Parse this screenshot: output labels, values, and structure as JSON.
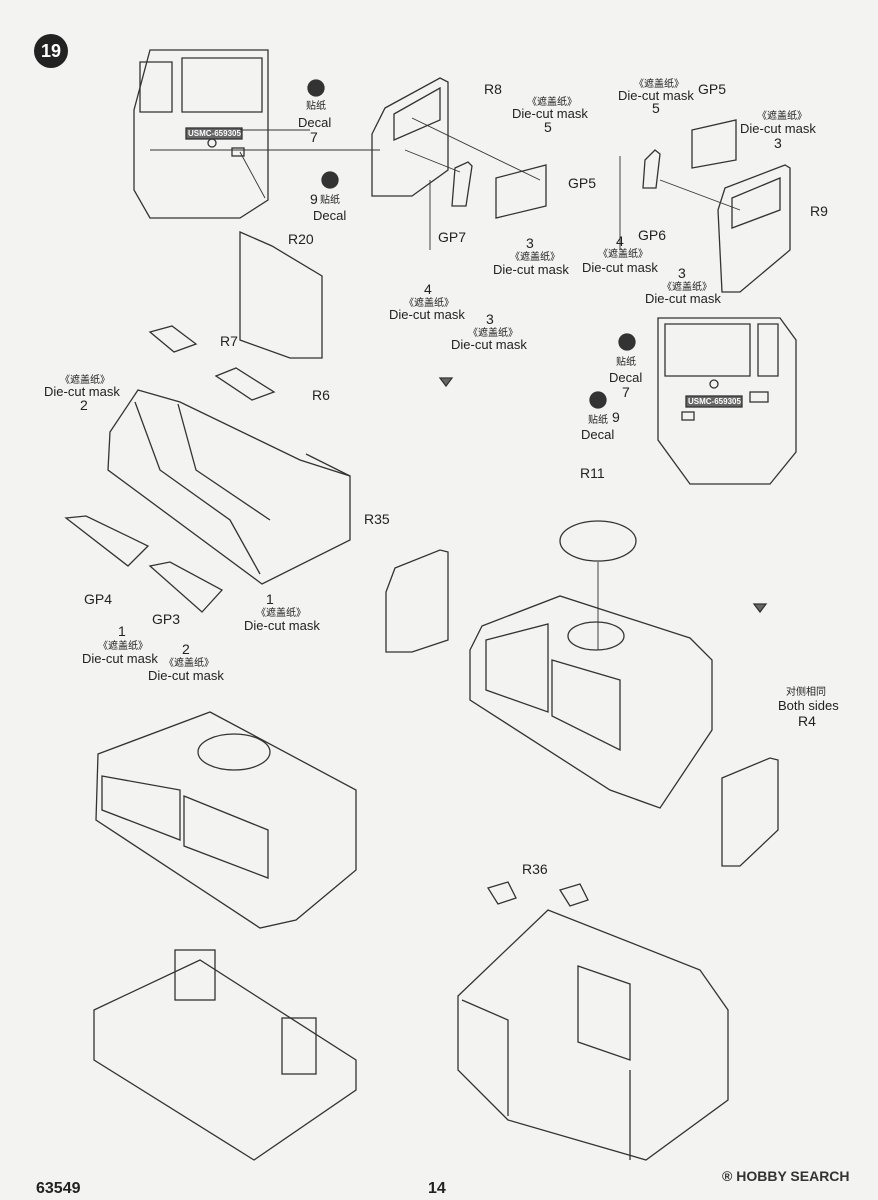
{
  "step": "19",
  "page_number": "14",
  "kit_number": "63549",
  "watermark": "HOBBY SEARCH",
  "watermark_mark": "®",
  "plate_text": "USMC-659305",
  "labels": {
    "decal_cn": "贴纸",
    "decal_en": "Decal",
    "mask_cn": "《遮盖纸》",
    "mask_en": "Die-cut mask",
    "both_sides_cn": "对侧相同",
    "both_sides_en": "Both sides"
  },
  "numbers": {
    "n1": "1",
    "n2": "2",
    "n3": "3",
    "n4": "4",
    "n5": "5",
    "n7": "7",
    "n9": "9"
  },
  "parts": {
    "R4": "R4",
    "R6": "R6",
    "R7": "R7",
    "R8": "R8",
    "R9": "R9",
    "R11": "R11",
    "R20": "R20",
    "R35": "R35",
    "R36": "R36",
    "GP3": "GP3",
    "GP4": "GP4",
    "GP5": "GP5",
    "GP6": "GP6",
    "GP7": "GP7"
  }
}
